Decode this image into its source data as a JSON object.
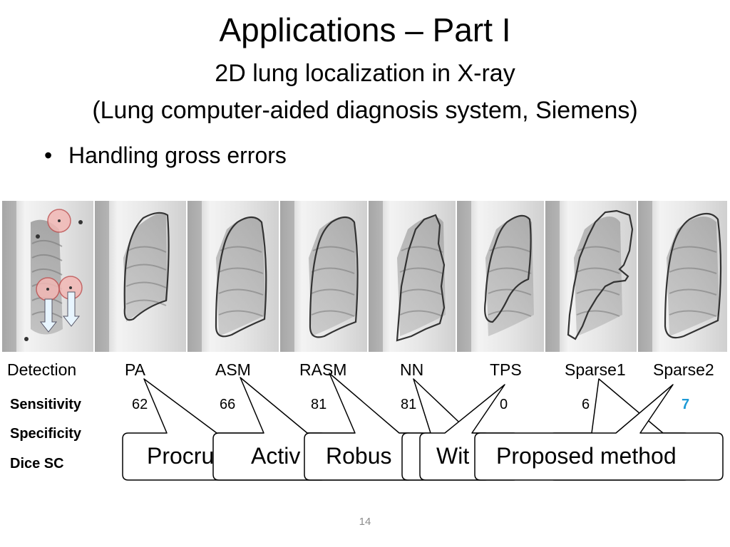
{
  "slide": {
    "title": "Applications – Part I",
    "subtitle1": "2D lung localization in X-ray",
    "subtitle2": "(Lung computer-aided diagnosis system, Siemens)",
    "bullet": "Handling gross errors",
    "page_number": "14"
  },
  "methods": [
    "Detection",
    "PA",
    "ASM",
    "RASM",
    "NN",
    "TPS",
    "Sparse1",
    "Sparse2"
  ],
  "metrics": {
    "sensitivity_label": "Sensitivity",
    "specificity_label": "Specificity",
    "dice_label": "Dice SC",
    "sensitivity_visible": [
      "62",
      "66",
      "81",
      "81",
      "0",
      "6",
      "7"
    ]
  },
  "callouts": {
    "procrustes": "Procru",
    "active": "Activ",
    "robust": "Robus",
    "with": "Wit",
    "proposed": "Proposed method"
  },
  "colors": {
    "accent": "#1d9ad6",
    "circle": "#f2b8b5"
  }
}
